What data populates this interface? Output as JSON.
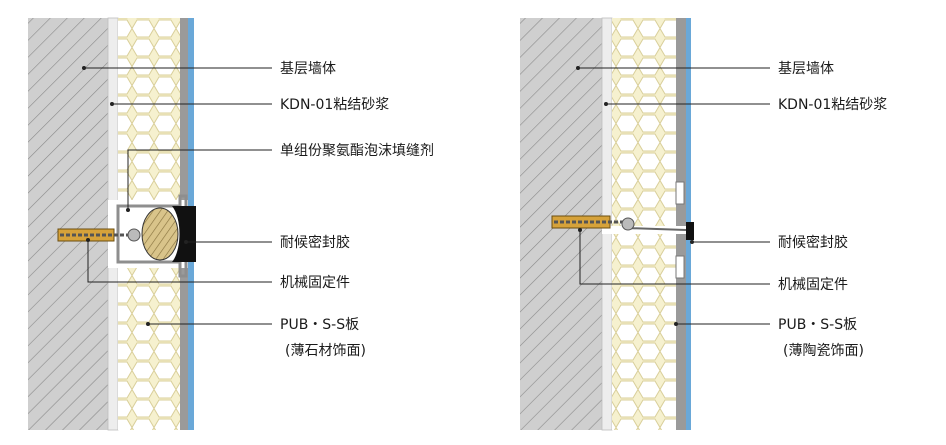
{
  "left_diagram": {
    "labels": {
      "base_wall": "基层墙体",
      "mortar": "KDN-01粘结砂浆",
      "foam_sealant": "单组份聚氨酯泡沫填缝剂",
      "weather_sealant": "耐候密封胶",
      "fixing": "机械固定件",
      "board": "PUB・S-S板",
      "finish": "(薄石材饰面)"
    }
  },
  "right_diagram": {
    "labels": {
      "base_wall": "基层墙体",
      "mortar": "KDN-01粘结砂浆",
      "weather_sealant": "耐候密封胶",
      "fixing": "机械固定件",
      "board": "PUB・S-S板",
      "finish": "(薄陶瓷饰面)"
    }
  },
  "colors": {
    "wall_fill": "#cfcfcf",
    "hatch": "#8a8a8a",
    "mortar_fill": "#ededed",
    "foam_fill": "#f6f1cf",
    "foam_cell": "#ffffff",
    "finish_blue": "#6aa8d8",
    "finish_gray": "#9a9a9a",
    "anchor_gold": "#d6a23a",
    "sealant_black": "#111111",
    "leader": "#222222"
  }
}
